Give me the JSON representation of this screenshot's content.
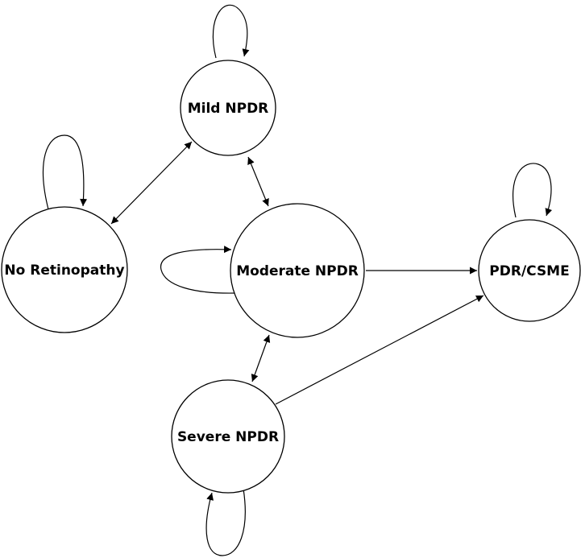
{
  "diagram": {
    "type": "state-transition",
    "colors": {
      "stroke": "#000000",
      "fill": "#ffffff",
      "text": "#000000"
    },
    "nodes": [
      {
        "id": "mild",
        "label": "Mild NPDR"
      },
      {
        "id": "none",
        "label": "No Retinopathy"
      },
      {
        "id": "moderate",
        "label": "Moderate NPDR"
      },
      {
        "id": "pdr",
        "label": "PDR/CSME"
      },
      {
        "id": "severe",
        "label": "Severe NPDR"
      }
    ],
    "edges": [
      {
        "from": "none",
        "to": "mild",
        "direction": "both"
      },
      {
        "from": "mild",
        "to": "moderate",
        "direction": "both"
      },
      {
        "from": "moderate",
        "to": "severe",
        "direction": "both"
      },
      {
        "from": "moderate",
        "to": "pdr",
        "direction": "forward"
      },
      {
        "from": "severe",
        "to": "pdr",
        "direction": "forward"
      },
      {
        "from": "mild",
        "to": "mild",
        "direction": "self-loop"
      },
      {
        "from": "none",
        "to": "none",
        "direction": "self-loop"
      },
      {
        "from": "moderate",
        "to": "moderate",
        "direction": "self-loop"
      },
      {
        "from": "pdr",
        "to": "pdr",
        "direction": "self-loop"
      },
      {
        "from": "severe",
        "to": "severe",
        "direction": "self-loop"
      }
    ]
  }
}
